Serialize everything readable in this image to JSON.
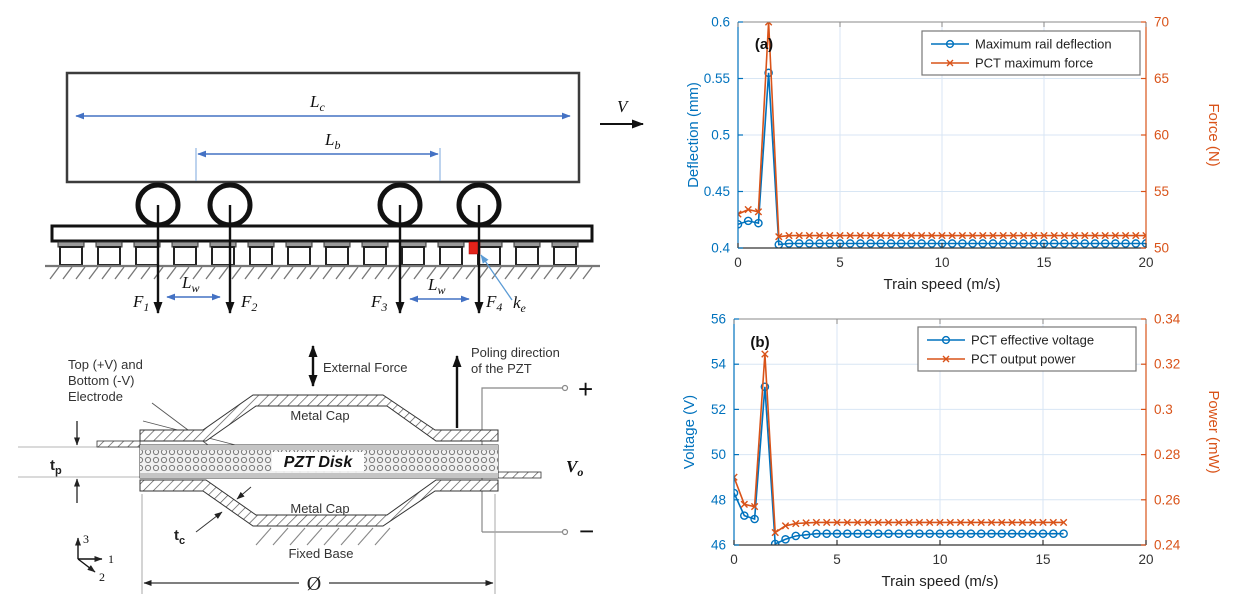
{
  "diagram": {
    "train": {
      "lc": {
        "t": "L",
        "s": "c"
      },
      "lb": {
        "t": "L",
        "s": "b"
      },
      "lw": {
        "t": "L",
        "s": "w"
      },
      "f1": {
        "t": "F",
        "s": "1"
      },
      "f2": {
        "t": "F",
        "s": "2"
      },
      "f3": {
        "t": "F",
        "s": "3"
      },
      "f4": {
        "t": "F",
        "s": "4"
      },
      "ke": {
        "t": "k",
        "s": "e"
      },
      "velocity": "V"
    },
    "transducer": {
      "electrode_line1": "Top (+V) and",
      "electrode_line2": "Bottom (-V)",
      "electrode_line3": "Electrode",
      "external_force": "External Force",
      "poling_line1": "Poling direction",
      "poling_line2": "of the PZT",
      "metal_cap": "Metal Cap",
      "pzt_disk": "PZT Disk",
      "fixed_base": "Fixed Base",
      "tp": {
        "t": "t",
        "s": "p"
      },
      "tc": {
        "t": "t",
        "s": "c"
      },
      "vo": {
        "t": "V",
        "s": "o"
      },
      "plus": "+",
      "minus": "−",
      "diameter": "Ø",
      "axis_up": "3",
      "axis_right": "1",
      "axis_diag": "2"
    }
  },
  "chart_data": [
    {
      "type": "line",
      "panel_label": "(a)",
      "xlabel": "Train speed (m/s)",
      "ylabel_left": "Deflection (mm)",
      "ylabel_right": "Force (N)",
      "xlim": [
        0,
        20
      ],
      "ylim_left": [
        0.4,
        0.6
      ],
      "ylim_right": [
        50,
        70
      ],
      "xticks": [
        0,
        5,
        10,
        15,
        20
      ],
      "yticks_left": [
        "0.4",
        "0.45",
        "0.5",
        "0.55",
        "0.6"
      ],
      "yticks_right": [
        "50",
        "55",
        "60",
        "65",
        "70"
      ],
      "grid": true,
      "legend_position": "top-right",
      "x": [
        0,
        0.5,
        1,
        1.5,
        2,
        2.5,
        3,
        3.5,
        4,
        4.5,
        5,
        5.5,
        6,
        6.5,
        7,
        7.5,
        8,
        8.5,
        9,
        9.5,
        10,
        10.5,
        11,
        11.5,
        12,
        12.5,
        13,
        13.5,
        14,
        14.5,
        15,
        15.5,
        16,
        16.5,
        17,
        17.5,
        18,
        18.5,
        19,
        19.5,
        20
      ],
      "series": [
        {
          "name": "Maximum rail deflection",
          "axis": "left",
          "color": "#0072BD",
          "marker": "circle",
          "values": [
            0.421,
            0.424,
            0.422,
            0.555,
            0.403,
            0.404,
            0.404,
            0.404,
            0.404,
            0.404,
            0.404,
            0.404,
            0.404,
            0.404,
            0.404,
            0.404,
            0.404,
            0.404,
            0.404,
            0.404,
            0.404,
            0.404,
            0.404,
            0.404,
            0.404,
            0.404,
            0.404,
            0.404,
            0.404,
            0.404,
            0.404,
            0.404,
            0.404,
            0.404,
            0.404,
            0.404,
            0.404,
            0.404,
            0.404,
            0.404,
            0.404
          ]
        },
        {
          "name": "PCT maximum force",
          "axis": "right",
          "color": "#D95319",
          "marker": "x",
          "values": [
            53,
            53.4,
            53.2,
            70,
            51,
            51.1,
            51.1,
            51.1,
            51.1,
            51.1,
            51.1,
            51.1,
            51.1,
            51.1,
            51.1,
            51.1,
            51.1,
            51.1,
            51.1,
            51.1,
            51.1,
            51.1,
            51.1,
            51.1,
            51.1,
            51.1,
            51.1,
            51.1,
            51.1,
            51.1,
            51.1,
            51.1,
            51.1,
            51.1,
            51.1,
            51.1,
            51.1,
            51.1,
            51.1,
            51.1,
            51.1
          ]
        }
      ]
    },
    {
      "type": "line",
      "panel_label": "(b)",
      "xlabel": "Train speed (m/s)",
      "ylabel_left": "Voltage (V)",
      "ylabel_right": "Power (mW)",
      "xlim": [
        0,
        20
      ],
      "ylim_left": [
        46,
        56
      ],
      "ylim_right": [
        0.24,
        0.34
      ],
      "xticks": [
        0,
        5,
        10,
        15,
        20
      ],
      "yticks_left": [
        "46",
        "48",
        "50",
        "52",
        "54",
        "56"
      ],
      "yticks_right": [
        "0.24",
        "0.26",
        "0.28",
        "0.3",
        "0.32",
        "0.34"
      ],
      "grid": true,
      "legend_position": "top-right",
      "x": [
        0,
        0.5,
        1,
        1.5,
        2,
        2.5,
        3,
        3.5,
        4,
        4.5,
        5,
        5.5,
        6,
        6.5,
        7,
        7.5,
        8,
        8.5,
        9,
        9.5,
        10,
        10.5,
        11,
        11.5,
        12,
        12.5,
        13,
        13.5,
        14,
        14.5,
        15,
        15.5,
        16,
        16.5,
        17,
        17.5,
        18,
        18.5,
        19,
        19.5,
        20
      ],
      "series": [
        {
          "name": "PCT effective voltage",
          "axis": "left",
          "color": "#0072BD",
          "marker": "circle",
          "values": [
            48.3,
            47.3,
            47.15,
            53,
            46.05,
            46.25,
            46.4,
            46.45,
            46.5,
            46.5,
            46.5,
            46.5,
            46.5,
            46.5,
            46.5,
            46.5,
            46.5,
            46.5,
            46.5,
            46.5,
            46.5,
            46.5,
            46.5,
            46.5,
            46.5,
            46.5,
            46.5,
            46.5,
            46.5,
            46.5,
            46.5,
            46.5,
            46.5
          ]
        },
        {
          "name": "PCT output power",
          "axis": "right",
          "color": "#D95319",
          "marker": "x",
          "values": [
            0.27,
            0.258,
            0.257,
            0.3245,
            0.2455,
            0.2485,
            0.2495,
            0.2498,
            0.25,
            0.25,
            0.25,
            0.25,
            0.25,
            0.25,
            0.25,
            0.25,
            0.25,
            0.25,
            0.25,
            0.25,
            0.25,
            0.25,
            0.25,
            0.25,
            0.25,
            0.25,
            0.25,
            0.25,
            0.25,
            0.25,
            0.25,
            0.25,
            0.25
          ]
        }
      ]
    }
  ]
}
